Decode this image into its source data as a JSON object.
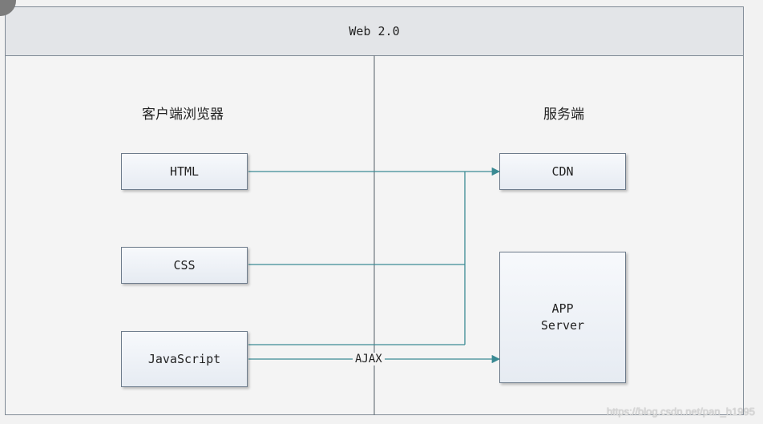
{
  "header": {
    "title": "Web 2.0"
  },
  "client": {
    "title": "客户端浏览器",
    "boxes": [
      "HTML",
      "CSS",
      "JavaScript"
    ]
  },
  "server": {
    "title": "服务端",
    "cdn": "CDN",
    "app_server": "APP\nServer"
  },
  "connectors": {
    "ajax_label": "AJAX"
  },
  "colors": {
    "connector": "#3a8a93",
    "box_border": "#6e7c8c",
    "header_bg": "#e3e5e8"
  },
  "watermark": "https://blog.csdn.net/pan_h1995"
}
